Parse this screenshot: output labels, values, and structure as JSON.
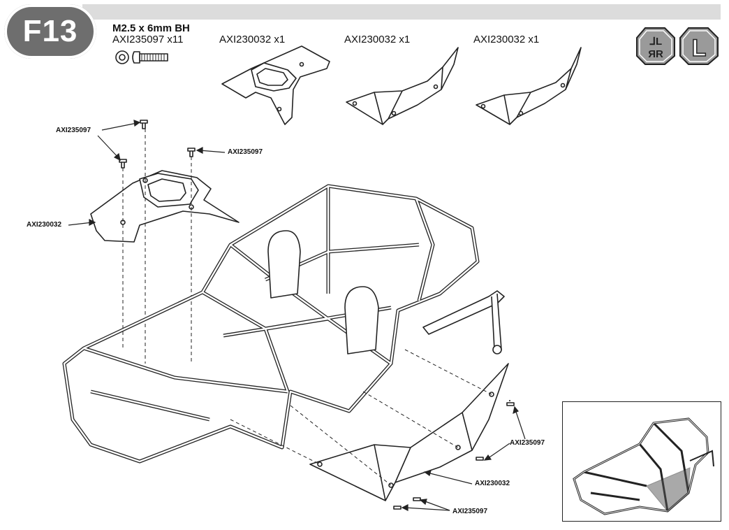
{
  "step": {
    "label": "F13"
  },
  "hardware": {
    "name": "M2.5 x 6mm BH",
    "part_qty": "AXI235097 x11"
  },
  "parts": [
    {
      "qty": "AXI230032 x1"
    },
    {
      "qty": "AXI230032 x1"
    },
    {
      "qty": "AXI230032 x1"
    }
  ],
  "callouts": {
    "screw_top_left": "AXI235097",
    "screw_top_right": "AXI235097",
    "panel_top": "AXI230032",
    "screw_bottom_right": "AXI235097",
    "panel_bottom": "AXI230032",
    "screw_bottom": "AXI235097"
  },
  "side_icons": [
    {
      "label": "ᒧL ᖇR",
      "icon": "left-right-side-icon"
    },
    {
      "label": "L",
      "icon": "left-side-icon"
    }
  ],
  "colors": {
    "badge": "#6e6e6e",
    "header_bar": "#dcdcdc",
    "line": "#222222"
  }
}
